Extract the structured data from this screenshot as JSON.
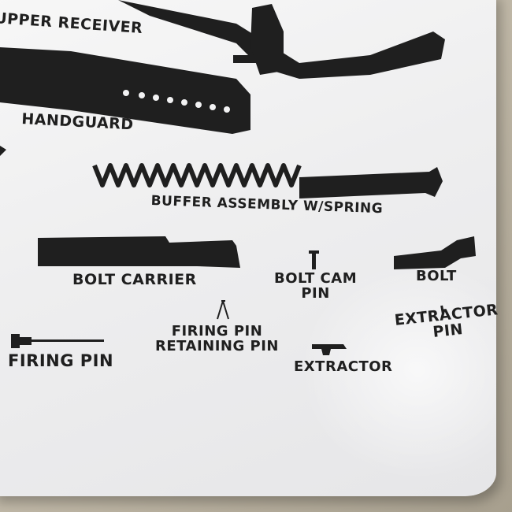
{
  "labels": {
    "upper_receiver": "UPPER RECEIVER",
    "handguard": "HANDGUARD",
    "buffer_assembly": "BUFFER ASSEMBLY W/SPRING",
    "bolt_carrier": "BOLT CARRIER",
    "bolt_cam_pin_line1": "BOLT CAM",
    "bolt_cam_pin_line2": "PIN",
    "bolt": "BOLT",
    "firing_pin": "FIRING PIN",
    "firing_pin_retaining_line1": "FIRING PIN",
    "firing_pin_retaining_line2": "RETAINING PIN",
    "extractor": "EXTRACTOR",
    "extractor_pin_line1": "EXTRACTOR",
    "extractor_pin_line2": "PIN"
  },
  "colors": {
    "ink": "#1f1f1f",
    "poster": "#f2f2f3"
  }
}
